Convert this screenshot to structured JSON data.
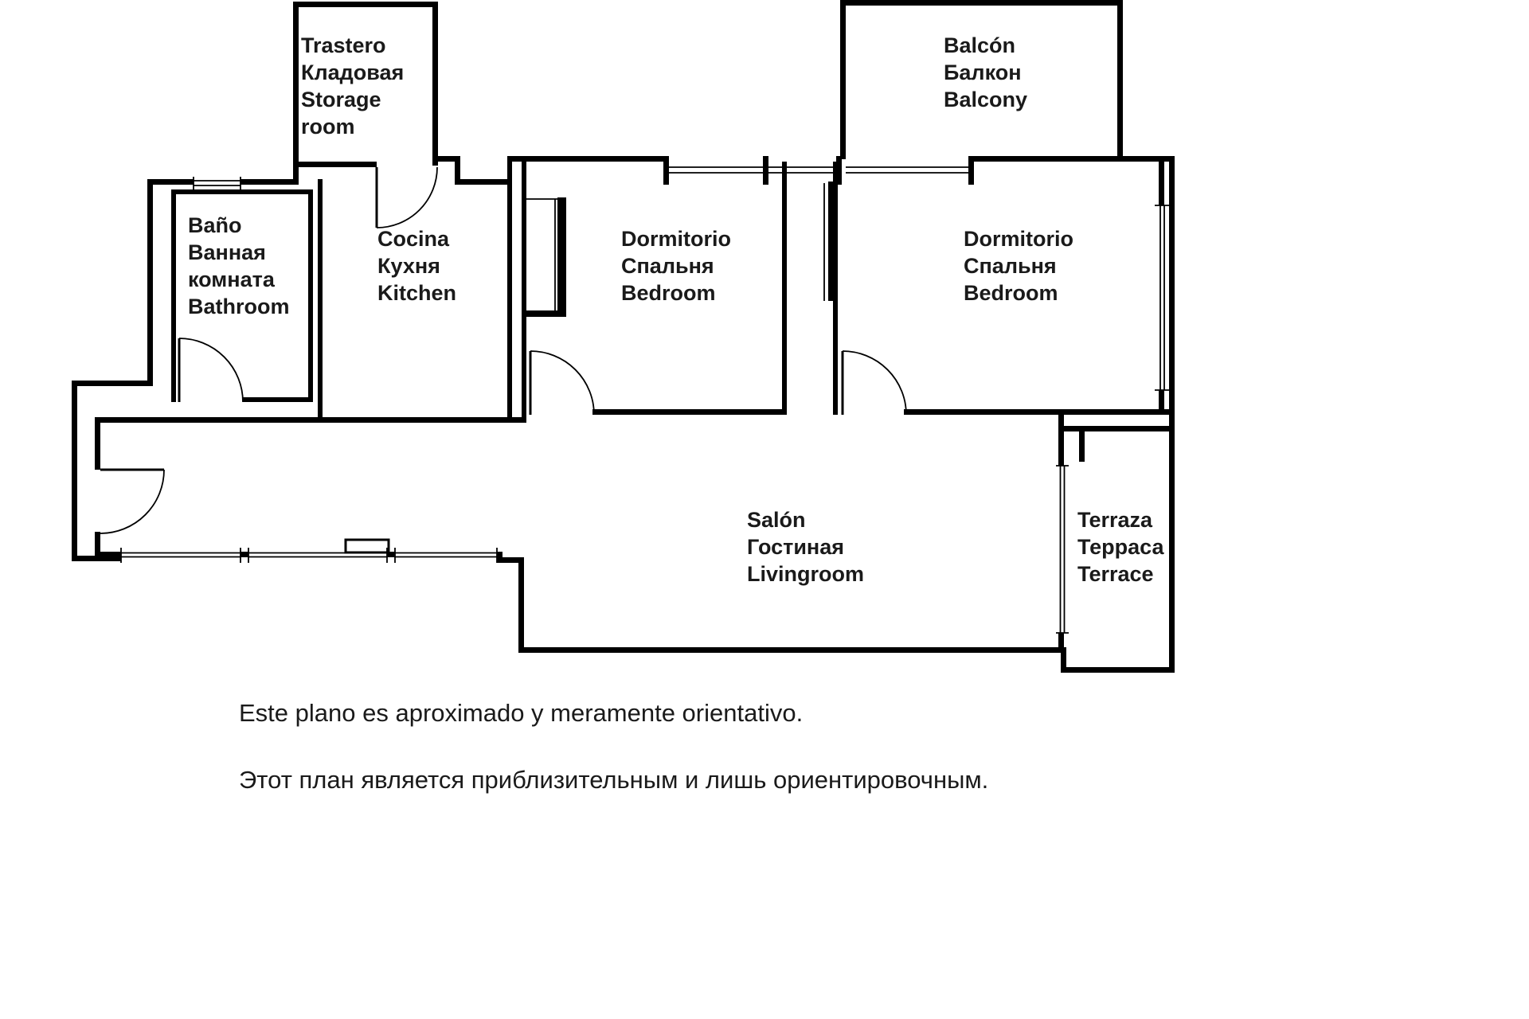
{
  "rooms": {
    "storage": {
      "label": "Trastero\nКладовая\nStorage\nroom"
    },
    "balcony": {
      "label": "Balcón\nБалкон\nBalcony"
    },
    "bathroom": {
      "label": "Baño\nВанная\nкомната\nBathroom"
    },
    "kitchen": {
      "label": "Cocina\nКухня\nKitchen"
    },
    "bedroom1": {
      "label": "Dormitorio\nСпальня\nBedroom"
    },
    "bedroom2": {
      "label": "Dormitorio\nСпальня\nBedroom"
    },
    "livingroom": {
      "label": "Salón\nГостиная\nLivingroom"
    },
    "terrace": {
      "label": "Terraza\nТерраса\nTerrace"
    }
  },
  "disclaimer": {
    "line1": "Este plano es aproximado y meramente orientativo.",
    "line2": "Этот план является приблизительным и лишь ориентировочным."
  },
  "colors": {
    "wall": "#000000",
    "background": "#ffffff",
    "text": "#1a1a1a"
  }
}
